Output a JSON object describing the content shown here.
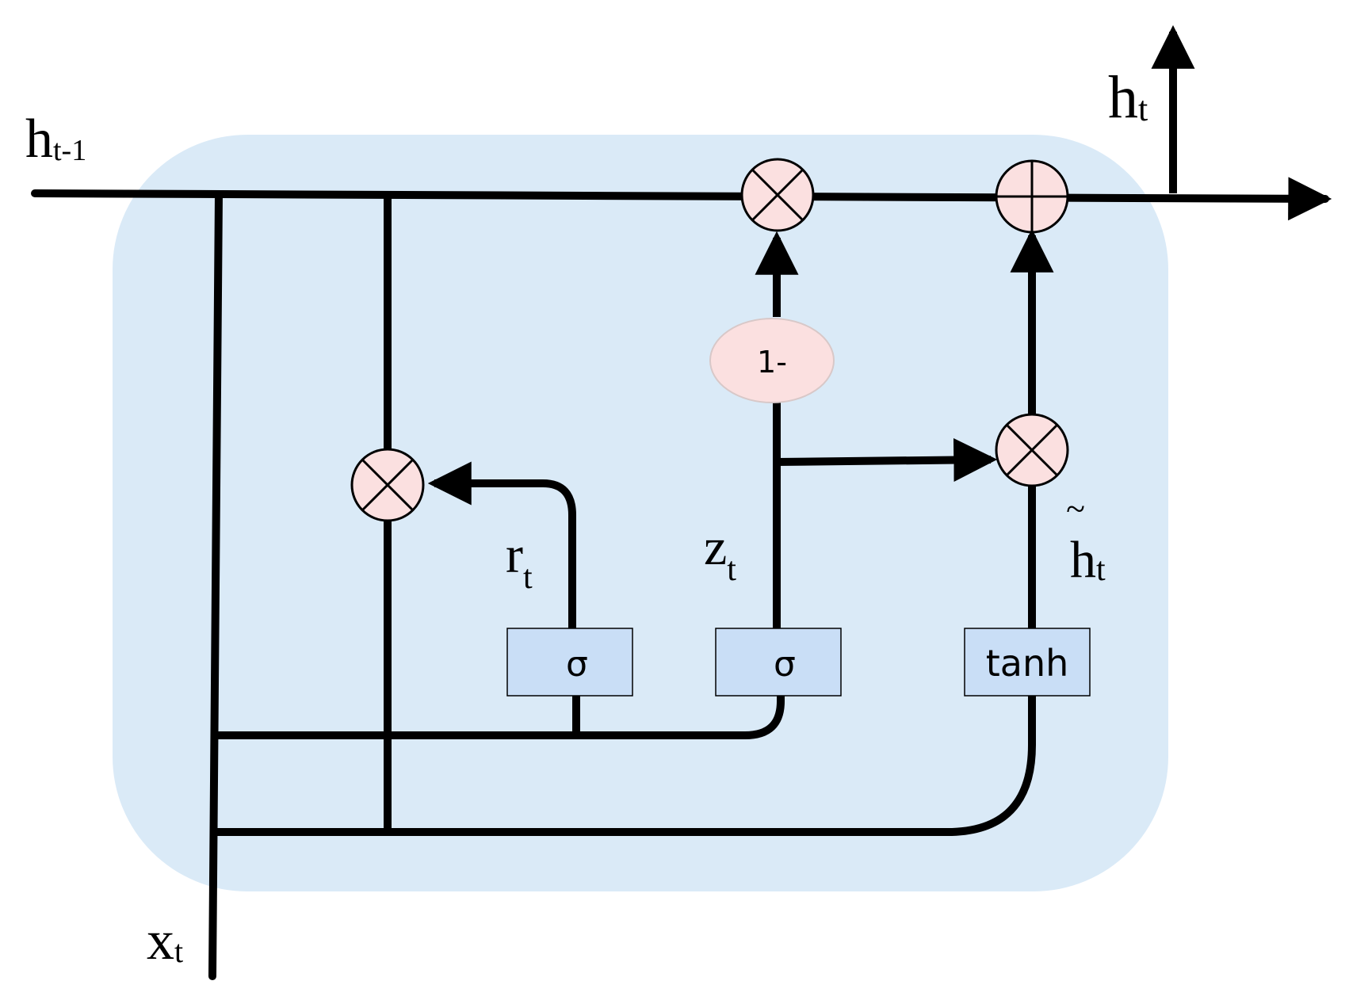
{
  "diagram": {
    "labels": {
      "h_prev": "h",
      "h_prev_sub": "t-1",
      "h_out": "h",
      "h_out_sub": "t",
      "x_in": "x",
      "x_in_sub": "t",
      "r_gate": "r",
      "r_gate_sub": "t",
      "z_gate": "z",
      "z_gate_sub": "t",
      "h_cand": "h",
      "h_cand_sub": "t",
      "h_cand_tilde": "~"
    },
    "boxes": {
      "reset_sigma": "σ",
      "update_sigma": "σ",
      "candidate_tanh": "tanh"
    },
    "one_minus": "1-",
    "colors": {
      "cell_background": "#daeaf7",
      "gate_box": "#c9def6",
      "operator_fill": "#fbe0e0",
      "line": "#000000"
    }
  }
}
